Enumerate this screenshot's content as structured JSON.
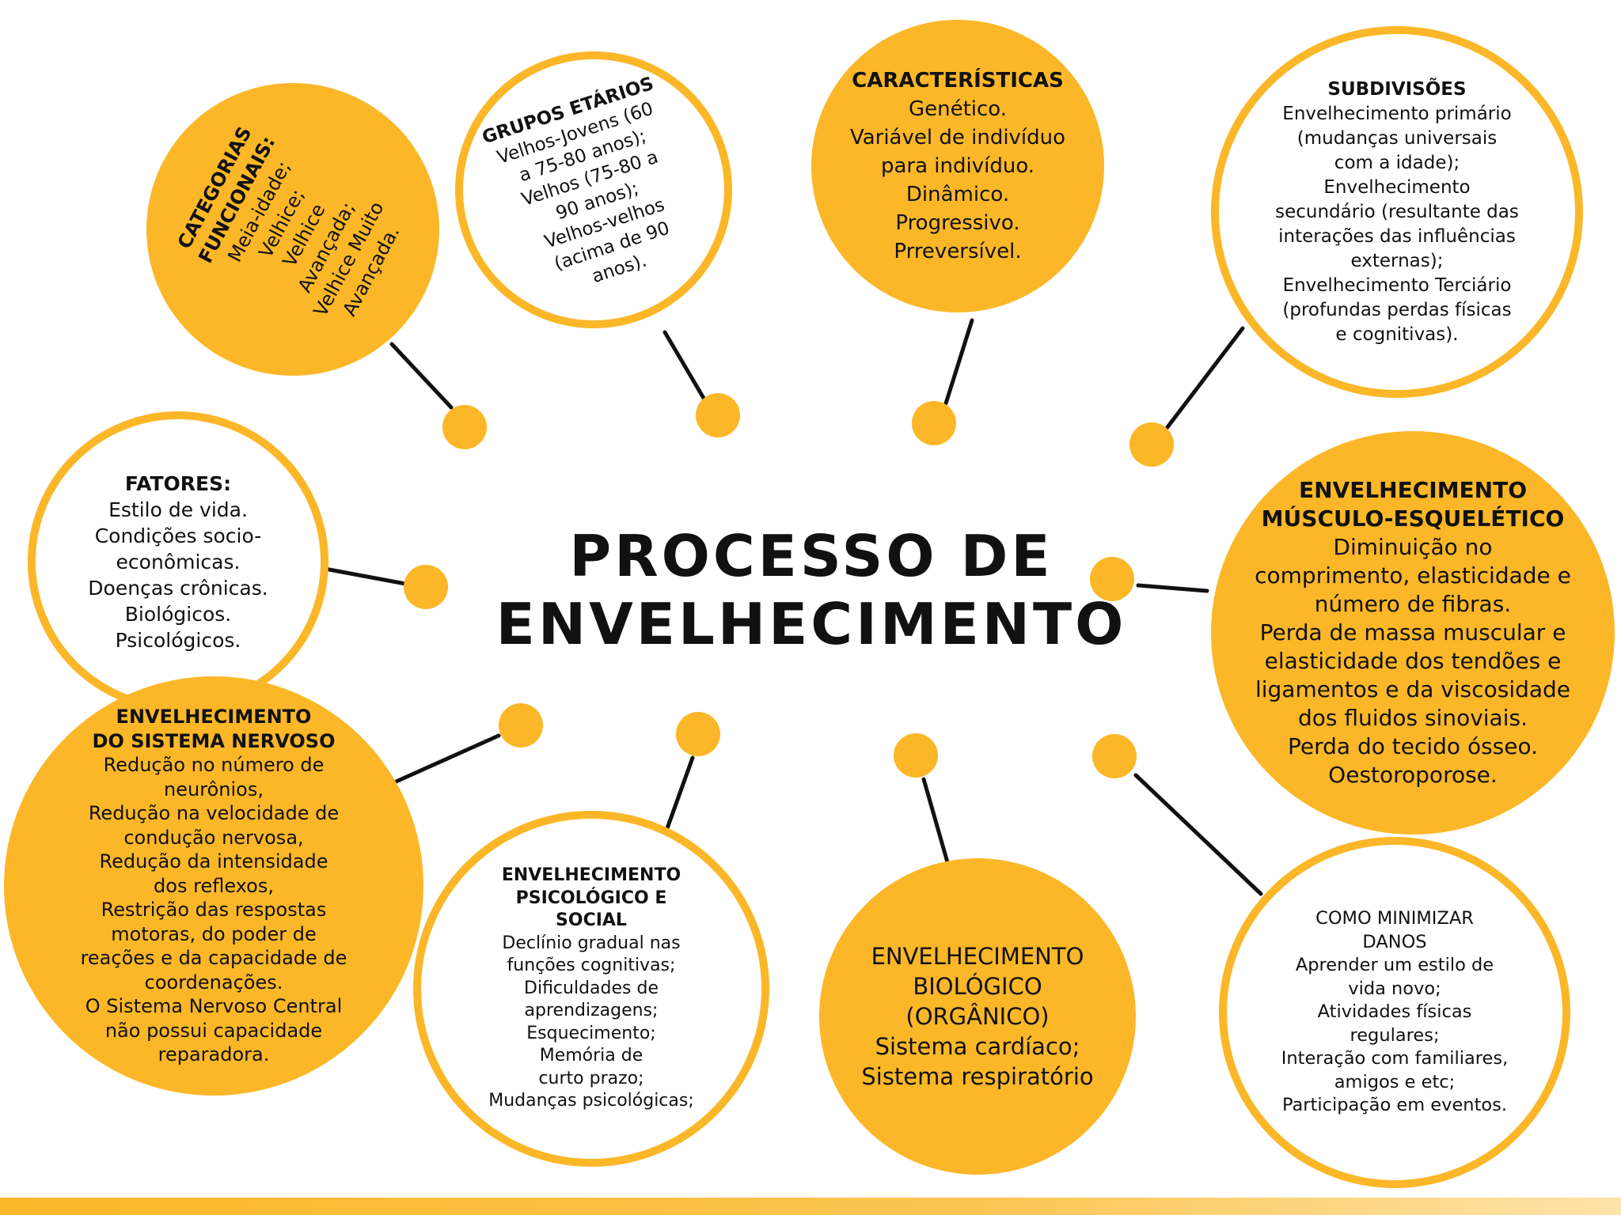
{
  "title": [
    "PROCESSO DE",
    "ENVELHECIMENTO"
  ],
  "colors": {
    "accent": "#fbb728",
    "text": "#111111"
  },
  "nodes": {
    "categorias": {
      "heading": [
        "CATEGORIAS",
        "FUNCIONAIS:"
      ],
      "lines": [
        "Meia-idade;",
        "Velhice;",
        "Velhice",
        "Avançada;",
        "Velhice Muito",
        "Avançada."
      ]
    },
    "grupos": {
      "heading": [
        "GRUPOS ETÁRIOS"
      ],
      "lines": [
        "Velhos-Jovens (60",
        "a 75-80 anos);",
        "Velhos (75-80 a",
        "90 anos);",
        "Velhos-velhos",
        "(acima de 90",
        "anos)."
      ]
    },
    "caracteristicas": {
      "heading": [
        "CARACTERÍSTICAS"
      ],
      "lines": [
        "Genético.",
        "Variável de indivíduo",
        "para indivíduo.",
        "Dinâmico.",
        "Progressivo.",
        "Prreversível."
      ]
    },
    "subdivisoes": {
      "heading": [
        "SUBDIVISÕES"
      ],
      "lines": [
        "Envelhecimento primário",
        "(mudanças universais",
        "com a idade);",
        "Envelhecimento",
        "secundário (resultante das",
        "interações das influências",
        "externas);",
        "Envelhecimento Terciário",
        "(profundas perdas físicas",
        "e cognitivas)."
      ]
    },
    "fatores": {
      "heading": [
        "FATORES:"
      ],
      "lines": [
        "Estilo de vida.",
        "Condições socio-",
        "econômicas.",
        "Doenças crônicas.",
        "Biológicos.",
        "Psicológicos."
      ]
    },
    "musculo": {
      "heading": [
        "ENVELHECIMENTO",
        "MÚSCULO-ESQUELÉTICO"
      ],
      "lines": [
        "Diminuição no",
        "comprimento, elasticidade e",
        "número de fibras.",
        "Perda de massa muscular e",
        "elasticidade dos tendões e",
        "ligamentos e da viscosidade",
        "dos fluidos sinoviais.",
        "Perda do tecido ósseo.",
        "Oestoroporose."
      ]
    },
    "nervoso": {
      "heading": [
        "ENVELHECIMENTO",
        "DO SISTEMA NERVOSO"
      ],
      "lines": [
        "Redução no número de",
        "neurônios,",
        "Redução na velocidade de",
        "condução nervosa,",
        "Redução da intensidade",
        "dos reflexos,",
        "Restrição das respostas",
        "motoras, do poder de",
        "reações e da capacidade de",
        "coordenações.",
        "O Sistema Nervoso Central",
        "não possui capacidade",
        "reparadora."
      ]
    },
    "psicologico": {
      "heading": [
        "ENVELHECIMENTO",
        "PSICOLÓGICO E",
        "SOCIAL"
      ],
      "lines": [
        "Declínio gradual nas",
        "funções cognitivas;",
        "Dificuldades de",
        "aprendizagens;",
        "Esquecimento;",
        "Memória de",
        "curto prazo;",
        "Mudanças psicológicas;"
      ]
    },
    "biologico": {
      "heading": [],
      "lines": [
        "ENVELHECIMENTO",
        "BIOLÓGICO",
        "(ORGÂNICO)",
        "Sistema cardíaco;",
        "Sistema respiratório"
      ]
    },
    "minimizar": {
      "heading": [],
      "lines": [
        "COMO MINIMIZAR",
        "DANOS",
        "Aprender um estilo de",
        "vida novo;",
        "Atividades físicas",
        "regulares;",
        "Interação com familiares,",
        "amigos e etc;",
        "Participação em eventos."
      ]
    }
  }
}
